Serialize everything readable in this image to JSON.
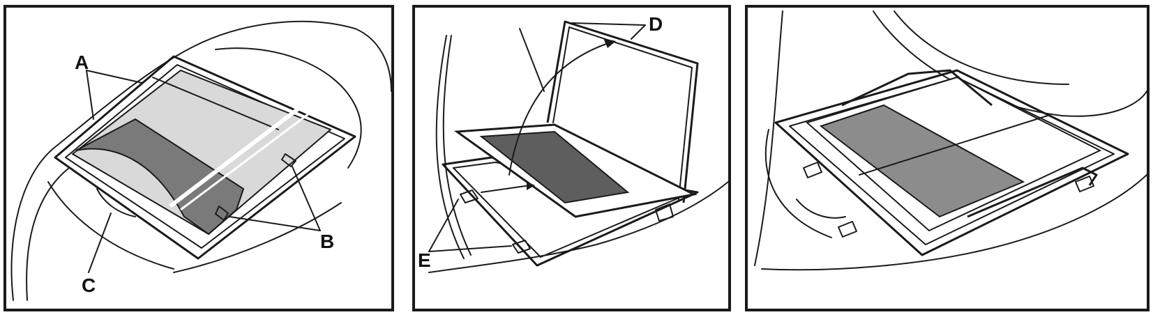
{
  "panels": [
    {
      "labels": {
        "a": "A",
        "b": "B",
        "c": "C"
      }
    },
    {
      "labels": {
        "d": "D",
        "e": "E"
      }
    },
    {
      "labels": {}
    }
  ],
  "colors": {
    "outline": "#1a1a1a",
    "lens_dark": "#7a7a7a",
    "lens_light": "#d9d9d9",
    "filter_dark": "#5e5e5e",
    "filter_mid": "#8c8c8c"
  }
}
